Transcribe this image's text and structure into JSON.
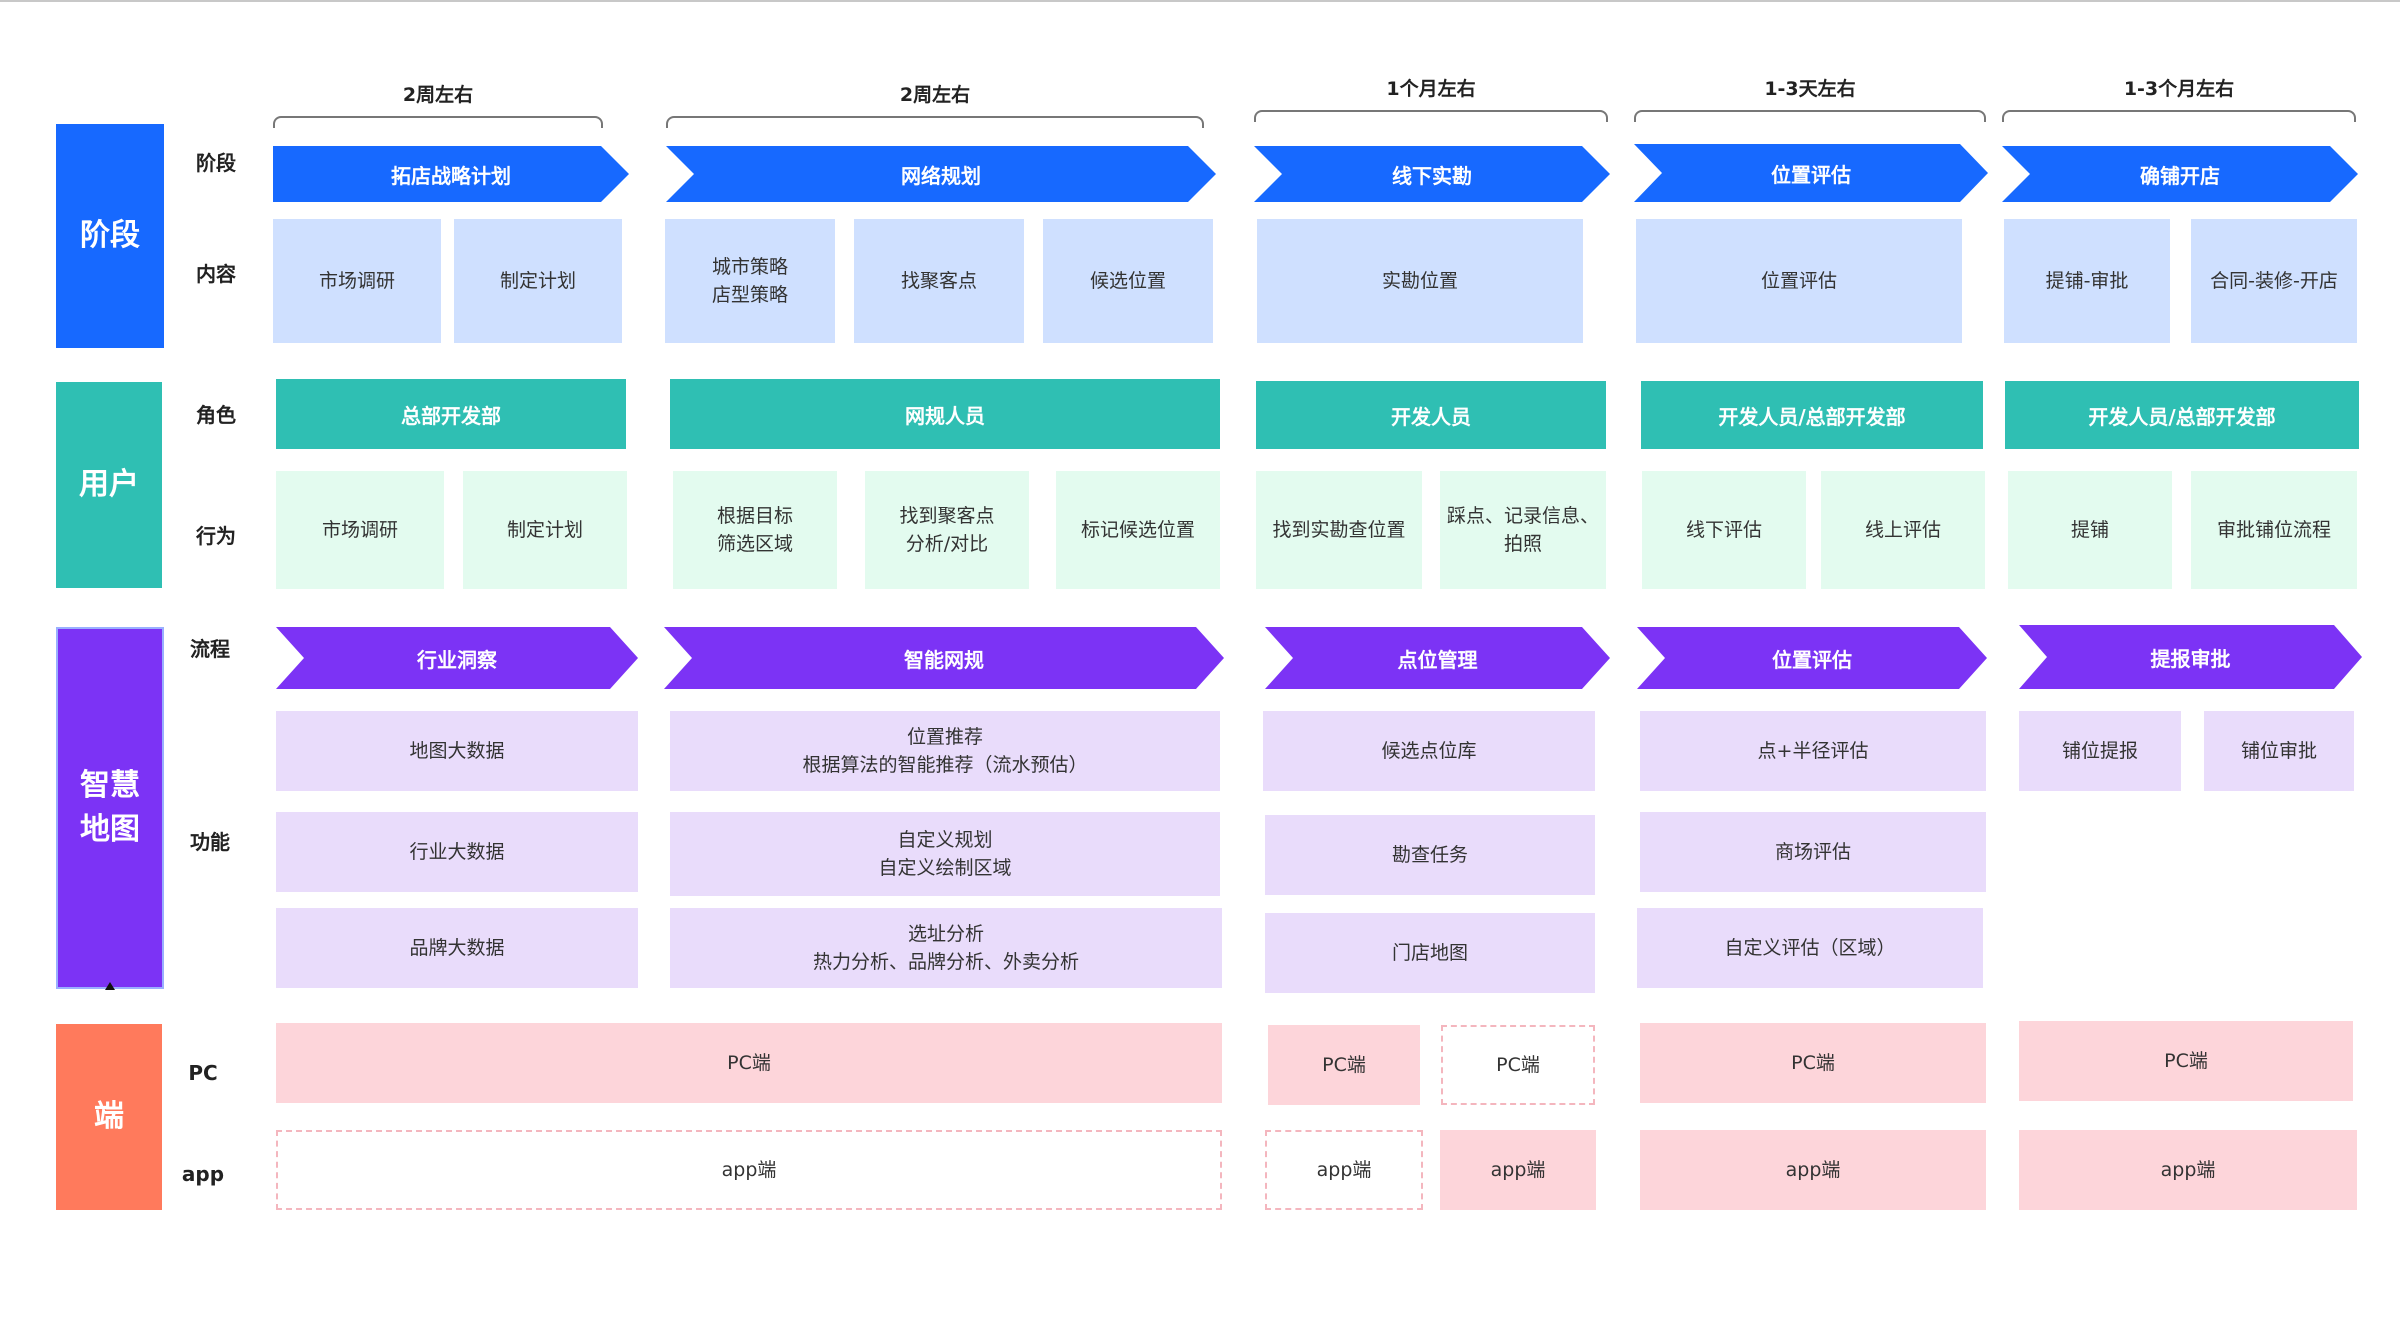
{
  "sections": {
    "stage": "阶段",
    "user": "用户",
    "smartmap": "智慧\n地图",
    "terminal": "端"
  },
  "row_labels": {
    "stage": "阶段",
    "content": "内容",
    "role": "角色",
    "behavior": "行为",
    "process": "流程",
    "function": "功能",
    "pc": "PC",
    "app": "app"
  },
  "durations": [
    "2周左右",
    "2周左右",
    "1个月左右",
    "1-3天左右",
    "1-3个月左右"
  ],
  "stages": [
    "拓店战略计划",
    "网络规划",
    "线下实勘",
    "位置评估",
    "确铺开店"
  ],
  "contents": [
    [
      "市场调研",
      "制定计划"
    ],
    [
      "城市策略\n店型策略",
      "找聚客点",
      "候选位置"
    ],
    [
      "实勘位置"
    ],
    [
      "位置评估"
    ],
    [
      "提铺-审批",
      "合同-装修-开店"
    ]
  ],
  "roles": [
    "总部开发部",
    "网规人员",
    "开发人员",
    "开发人员/总部开发部",
    "开发人员/总部开发部"
  ],
  "behaviors": [
    [
      "市场调研",
      "制定计划"
    ],
    [
      "根据目标\n筛选区域",
      "找到聚客点\n分析/对比",
      "标记候选位置"
    ],
    [
      "找到实勘查位置",
      "踩点、记录信息、\n拍照"
    ],
    [
      "线下评估",
      "线上评估"
    ],
    [
      "提铺",
      "审批铺位流程"
    ]
  ],
  "processes": [
    "行业洞察",
    "智能网规",
    "点位管理",
    "位置评估",
    "提报审批"
  ],
  "functions": [
    [
      "地图大数据",
      "行业大数据",
      "品牌大数据"
    ],
    [
      "位置推荐\n根据算法的智能推荐（流水预估）",
      "自定义规划\n自定义绘制区域",
      "选址分析\n热力分析、品牌分析、外卖分析"
    ],
    [
      "候选点位库",
      "勘查任务",
      "门店地图"
    ],
    [
      "点+半径评估",
      "商场评估",
      "自定义评估（区域）"
    ],
    [
      "铺位提报",
      "铺位审批"
    ]
  ],
  "terminals": {
    "pc": [
      "PC端",
      "PC端",
      "PC端",
      "PC端",
      "PC端"
    ],
    "app": [
      "app端",
      "app端",
      "app端",
      "app端",
      "app端"
    ]
  },
  "colors": {
    "stage_blue": "#1769ff",
    "content_blue": "#cfe0ff",
    "user_teal": "#2fbfb3",
    "behavior_mint": "#e3fbef",
    "smartmap_purple": "#7c33f5",
    "function_lavender": "#e9dcfb",
    "terminal_coral": "#ff7a5c",
    "terminal_pink": "#fdd5da"
  }
}
